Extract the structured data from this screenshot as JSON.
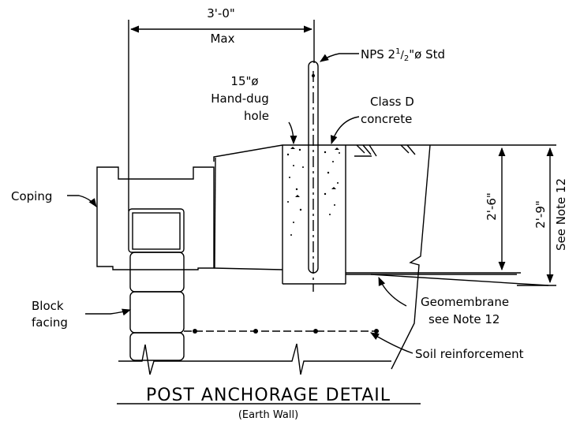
{
  "dimensions": {
    "width_label": "3'-0\"",
    "width_sublabel": "Max",
    "depth_inner": "2'-6\"",
    "depth_outer": "2'-9\"",
    "depth_outer_note": "See Note 12"
  },
  "callouts": {
    "post_prefix": "NPS 2",
    "post_frac_num": "1",
    "post_frac_den": "2",
    "post_suffix": "\"ø Std",
    "hole_line1": "15\"ø",
    "hole_line2": "Hand-dug",
    "hole_line3": "hole",
    "concrete_line1": "Class D",
    "concrete_line2": "concrete",
    "coping": "Coping",
    "block_line1": "Block",
    "block_line2": "facing",
    "geo_line1": "Geomembrane",
    "geo_line2": "see Note 12",
    "soil": "Soil reinforcement"
  },
  "title": {
    "main": "POST ANCHORAGE DETAIL",
    "sub": "(Earth Wall)"
  }
}
